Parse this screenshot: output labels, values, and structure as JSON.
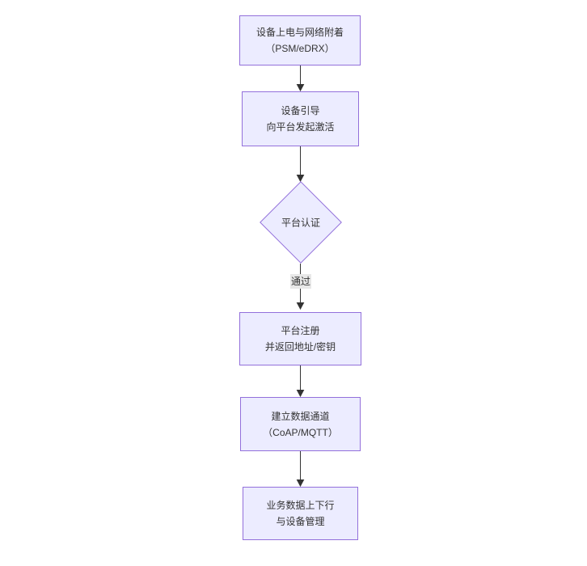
{
  "diagram": {
    "type": "flowchart",
    "direction": "top-down",
    "nodes": {
      "power_attach": {
        "shape": "rect",
        "line1": "设备上电与网络附着",
        "line2": "（PSM/eDRX）"
      },
      "bootstrap": {
        "shape": "rect",
        "line1": "设备引导",
        "line2": "向平台发起激活"
      },
      "auth": {
        "shape": "diamond",
        "label": "平台认证"
      },
      "register": {
        "shape": "rect",
        "line1": "平台注册",
        "line2": "并返回地址/密钥"
      },
      "channel": {
        "shape": "rect",
        "line1": "建立数据通道",
        "line2": "（CoAP/MQTT）"
      },
      "business": {
        "shape": "rect",
        "line1": "业务数据上下行",
        "line2": "与设备管理"
      }
    },
    "edges": {
      "sequence": [
        "power_attach→bootstrap",
        "bootstrap→auth",
        "auth→register",
        "register→channel",
        "channel→business"
      ],
      "pass_label": "通过"
    },
    "colors": {
      "background": "#ffffff",
      "node_fill": "#ECECFF",
      "node_border": "#9370DB",
      "text": "#333333",
      "arrow": "#333333",
      "edge_label_bg": "#e8e8e8"
    }
  }
}
